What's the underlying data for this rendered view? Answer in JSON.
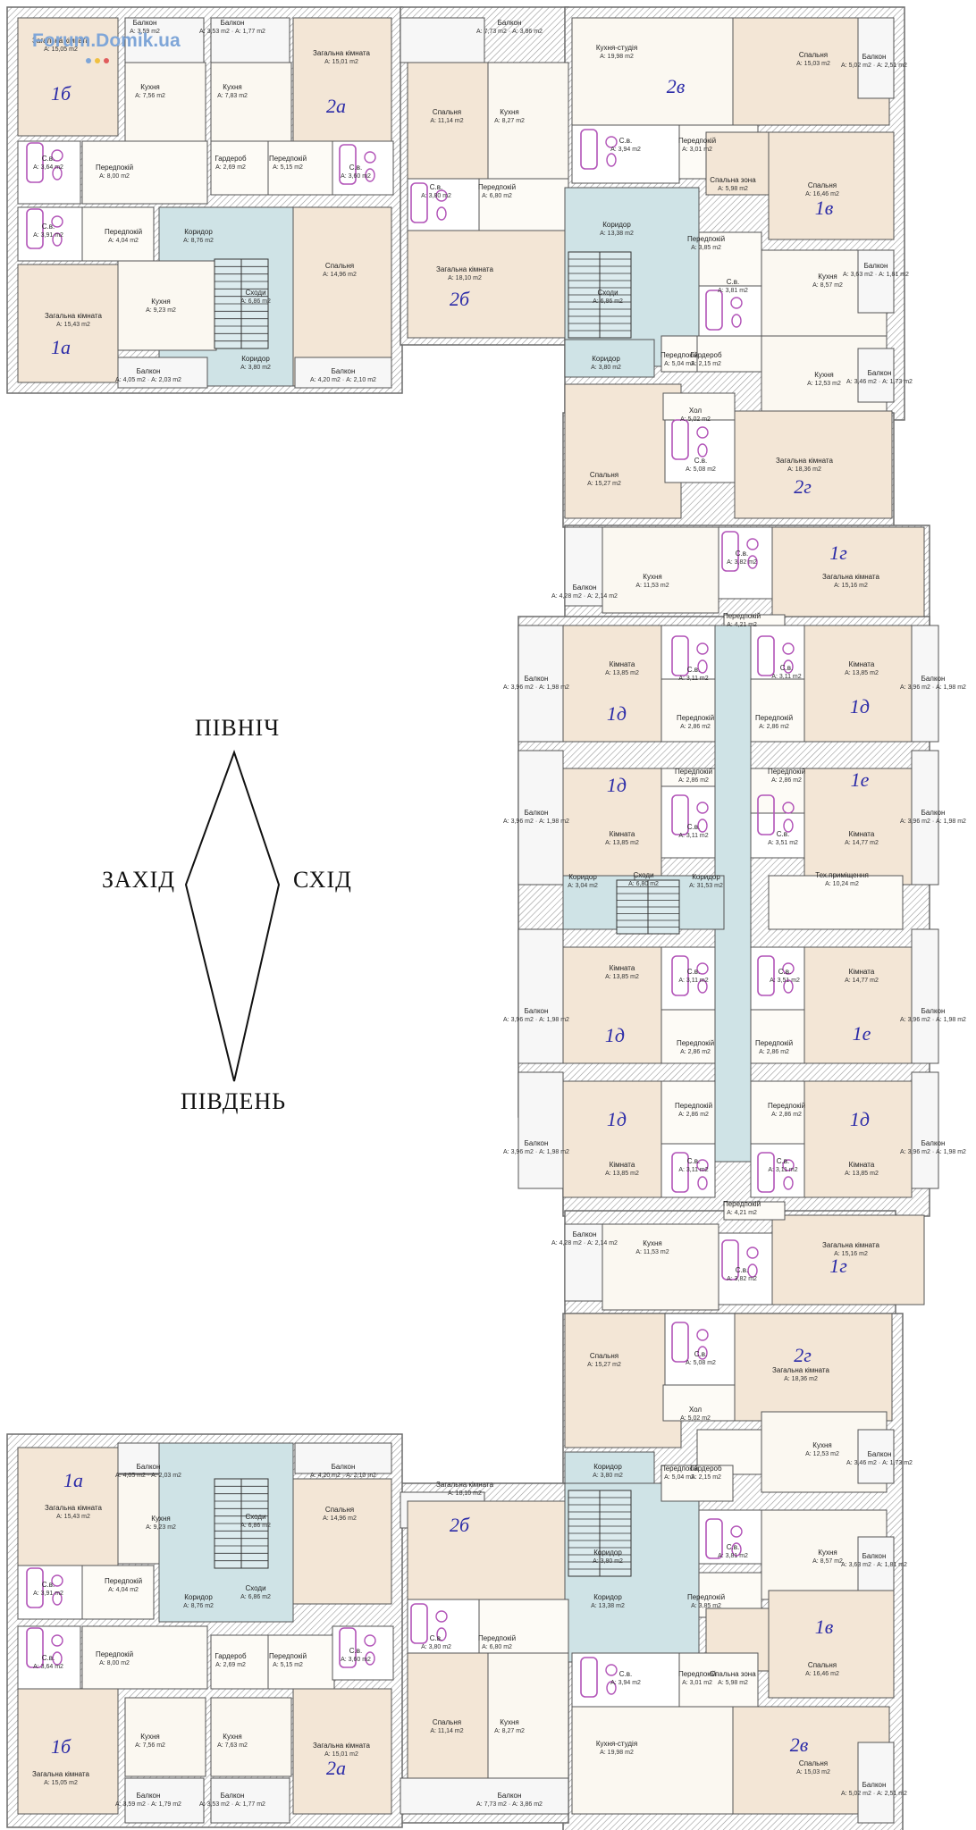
{
  "watermark": "Forum.Domik.ua",
  "compass": {
    "north": "ПІВНІЧ",
    "south": "ПІВДЕНЬ",
    "west": "ЗАХІД",
    "east": "СХІД"
  },
  "colors": {
    "wall": "#6b6b6b",
    "hatch": "#b5b5b5",
    "corridor": "#cfe3e6",
    "living": "#f3e6d6",
    "wet": "#ffffff",
    "balcony": "#f7f7f7",
    "accent": "#2b2ba8",
    "fixture": "#b254b8"
  },
  "apartment_labels": [
    "1б",
    "2а",
    "2в",
    "1в",
    "2б",
    "1а",
    "2г",
    "1г",
    "1д",
    "1д",
    "1д",
    "1е",
    "1д",
    "1е",
    "1д",
    "1д",
    "1г",
    "2г",
    "1в",
    "2б",
    "1а",
    "1б",
    "2а",
    "2в"
  ],
  "rooms": [
    {
      "name": "Загальна кімната",
      "area": "А: 15,05 m2"
    },
    {
      "name": "Балкон",
      "area": "А: 3,59 m2"
    },
    {
      "name": "Балкон",
      "area": "А: 3,53 m2 · А: 1,77 m2"
    },
    {
      "name": "Кухня",
      "area": "А: 7,56 m2"
    },
    {
      "name": "Кухня",
      "area": "А: 7,83 m2"
    },
    {
      "name": "Загальна кімната",
      "area": "А: 15,01 m2"
    },
    {
      "name": "Балкон",
      "area": "А: 7,73 m2 · А: 3,86 m2"
    },
    {
      "name": "Спальня",
      "area": "А: 11,14 m2"
    },
    {
      "name": "Кухня",
      "area": "А: 8,27 m2"
    },
    {
      "name": "Кухня-студія",
      "area": "А: 19,98 m2"
    },
    {
      "name": "Спальня",
      "area": "А: 15,03 m2"
    },
    {
      "name": "Балкон",
      "area": "А: 5,02 m2 · А: 2,51 m2"
    },
    {
      "name": "С.в.",
      "area": "А: 3,64 m2"
    },
    {
      "name": "Передпокій",
      "area": "А: 8,00 m2"
    },
    {
      "name": "Гардероб",
      "area": "А: 2,69 m2"
    },
    {
      "name": "Передпокій",
      "area": "А: 5,15 m2"
    },
    {
      "name": "С.в.",
      "area": "А: 3,60 m2"
    },
    {
      "name": "С.в.",
      "area": "А: 3,80 m2"
    },
    {
      "name": "Передпокій",
      "area": "А: 6,80 m2"
    },
    {
      "name": "С.в.",
      "area": "А: 3,94 m2"
    },
    {
      "name": "Передпокій",
      "area": "А: 3,01 m2"
    },
    {
      "name": "Спальна зона",
      "area": "А: 5,98 m2"
    },
    {
      "name": "Спальня",
      "area": "А: 16,46 m2"
    },
    {
      "name": "С.в.",
      "area": "А: 3,91 m2"
    },
    {
      "name": "Передпокій",
      "area": "А: 4,04 m2"
    },
    {
      "name": "Коридор",
      "area": "А: 8,76 m2"
    },
    {
      "name": "Коридор",
      "area": "А: 13,38 m2"
    },
    {
      "name": "Передпокій",
      "area": "А: 3,85 m2"
    },
    {
      "name": "Спальня",
      "area": "А: 14,96 m2"
    },
    {
      "name": "Загальна кімната",
      "area": "А: 18,10 m2"
    },
    {
      "name": "Кухня",
      "area": "А: 9,23 m2"
    },
    {
      "name": "Сходи",
      "area": "А: 6,86 m2"
    },
    {
      "name": "Сходи",
      "area": "А: 6,86 m2"
    },
    {
      "name": "С.в.",
      "area": "А: 3,81 m2"
    },
    {
      "name": "Кухня",
      "area": "А: 8,57 m2"
    },
    {
      "name": "Балкон",
      "area": "А: 3,63 m2 · А: 1,81 m2"
    },
    {
      "name": "Загальна кімната",
      "area": "А: 15,43 m2"
    },
    {
      "name": "Коридор",
      "area": "А: 3,80 m2"
    },
    {
      "name": "Коридор",
      "area": "А: 3,80 m2"
    },
    {
      "name": "Передпокій",
      "area": "А: 5,04 m2"
    },
    {
      "name": "Гардероб",
      "area": "А: 2,15 m2"
    },
    {
      "name": "Кухня",
      "area": "А: 12,53 m2"
    },
    {
      "name": "Балкон",
      "area": "А: 3,46 m2 · А: 1,73 m2"
    },
    {
      "name": "Балкон",
      "area": "А: 4,05 m2 · А: 2,03 m2"
    },
    {
      "name": "Балкон",
      "area": "А: 4,20 m2 · А: 2,10 m2"
    },
    {
      "name": "Хол",
      "area": "А: 5,02 m2"
    },
    {
      "name": "Спальня",
      "area": "А: 15,27 m2"
    },
    {
      "name": "С.в.",
      "area": "А: 5,08 m2"
    },
    {
      "name": "Загальна кімната",
      "area": "А: 18,36 m2"
    },
    {
      "name": "Кухня",
      "area": "А: 11,53 m2"
    },
    {
      "name": "С.в.",
      "area": "А: 3,82 m2"
    },
    {
      "name": "Загальна кімната",
      "area": "А: 15,16 m2"
    },
    {
      "name": "Балкон",
      "area": "А: 4,28 m2 · А: 2,14 m2"
    },
    {
      "name": "Передпокій",
      "area": "А: 4,21 m2"
    },
    {
      "name": "Кімната",
      "area": "А: 13,85 m2"
    },
    {
      "name": "С.в.",
      "area": "А: 3,11 m2"
    },
    {
      "name": "С.в.",
      "area": "А: 3,11 m2"
    },
    {
      "name": "Кімната",
      "area": "А: 13,85 m2"
    },
    {
      "name": "Балкон",
      "area": "А: 3,96 m2 · А: 1,98 m2"
    },
    {
      "name": "Балкон",
      "area": "А: 3,96 m2 · А: 1,98 m2"
    },
    {
      "name": "Передпокій",
      "area": "А: 2,86 m2"
    },
    {
      "name": "Передпокій",
      "area": "А: 2,86 m2"
    },
    {
      "name": "Передпокій",
      "area": "А: 2,86 m2"
    },
    {
      "name": "Передпокій",
      "area": "А: 2,86 m2"
    },
    {
      "name": "Кімната",
      "area": "А: 13,85 m2"
    },
    {
      "name": "С.в.",
      "area": "А: 3,11 m2"
    },
    {
      "name": "С.в.",
      "area": "А: 3,51 m2"
    },
    {
      "name": "Кімната",
      "area": "А: 14,77 m2"
    },
    {
      "name": "Балкон",
      "area": "А: 3,96 m2 · А: 1,98 m2"
    },
    {
      "name": "Балкон",
      "area": "А: 3,96 m2 · А: 1,98 m2"
    },
    {
      "name": "Коридор",
      "area": "А: 3,04 m2"
    },
    {
      "name": "Сходи",
      "area": "А: 6,80 m2"
    },
    {
      "name": "Коридор",
      "area": "А: 31,53 m2"
    },
    {
      "name": "Тех.приміщення",
      "area": "А: 10,24 m2"
    },
    {
      "name": "Кімната",
      "area": "А: 13,85 m2"
    },
    {
      "name": "С.в.",
      "area": "А: 3,11 m2"
    },
    {
      "name": "С.в.",
      "area": "А: 3,51 m2"
    },
    {
      "name": "Кімната",
      "area": "А: 14,77 m2"
    },
    {
      "name": "Балкон",
      "area": "А: 3,96 m2 · А: 1,98 m2"
    },
    {
      "name": "Балкон",
      "area": "А: 3,96 m2 · А: 1,98 m2"
    },
    {
      "name": "Передпокій",
      "area": "А: 2,86 m2"
    },
    {
      "name": "Передпокій",
      "area": "А: 2,86 m2"
    },
    {
      "name": "Передпокій",
      "area": "А: 2,86 m2"
    },
    {
      "name": "Передпокій",
      "area": "А: 2,86 m2"
    },
    {
      "name": "Кімната",
      "area": "А: 13,85 m2"
    },
    {
      "name": "С.в.",
      "area": "А: 3,11 m2"
    },
    {
      "name": "С.в.",
      "area": "А: 3,11 m2"
    },
    {
      "name": "Кімната",
      "area": "А: 13,85 m2"
    },
    {
      "name": "Балкон",
      "area": "А: 3,96 m2 · А: 1,98 m2"
    },
    {
      "name": "Балкон",
      "area": "А: 3,96 m2 · А: 1,98 m2"
    },
    {
      "name": "Передпокій",
      "area": "А: 4,21 m2"
    },
    {
      "name": "Кухня",
      "area": "А: 11,53 m2"
    },
    {
      "name": "С.в.",
      "area": "А: 3,82 m2"
    },
    {
      "name": "Загальна кімната",
      "area": "А: 15,16 m2"
    },
    {
      "name": "Балкон",
      "area": "А: 4,28 m2 · А: 2,14 m2"
    },
    {
      "name": "Спальня",
      "area": "А: 15,27 m2"
    },
    {
      "name": "С.в.",
      "area": "А: 5,08 m2"
    },
    {
      "name": "Загальна кімната",
      "area": "А: 18,36 m2"
    },
    {
      "name": "Хол",
      "area": "А: 5,02 m2"
    },
    {
      "name": "Кухня",
      "area": "А: 12,53 m2"
    },
    {
      "name": "Балкон",
      "area": "А: 3,46 m2 · А: 1,73 m2"
    },
    {
      "name": "Коридор",
      "area": "А: 3,80 m2"
    },
    {
      "name": "Коридор",
      "area": "А: 3,80 m2"
    },
    {
      "name": "Передпокій",
      "area": "А: 5,04 m2"
    },
    {
      "name": "Гардероб",
      "area": "А: 2,15 m2"
    },
    {
      "name": "Балкон",
      "area": "А: 4,05 m2 · А: 2,03 m2"
    },
    {
      "name": "Балкон",
      "area": "А: 4,20 m2 · А: 2,10 m2"
    },
    {
      "name": "Загальна кімната",
      "area": "А: 15,43 m2"
    },
    {
      "name": "Кухня",
      "area": "А: 9,23 m2"
    },
    {
      "name": "Спальня",
      "area": "А: 14,96 m2"
    },
    {
      "name": "Загальна кімната",
      "area": "А: 18,10 m2"
    },
    {
      "name": "Сходи",
      "area": "А: 6,86 m2"
    },
    {
      "name": "Сходи",
      "area": "А: 6,86 m2"
    },
    {
      "name": "С.в.",
      "area": "А: 3,81 m2"
    },
    {
      "name": "Кухня",
      "area": "А: 8,57 m2"
    },
    {
      "name": "Балкон",
      "area": "А: 3,63 m2 · А: 1,81 m2"
    },
    {
      "name": "С.в.",
      "area": "А: 3,91 m2"
    },
    {
      "name": "Передпокій",
      "area": "А: 4,04 m2"
    },
    {
      "name": "Коридор",
      "area": "А: 8,76 m2"
    },
    {
      "name": "Коридор",
      "area": "А: 13,38 m2"
    },
    {
      "name": "Передпокій",
      "area": "А: 3,85 m2"
    },
    {
      "name": "С.в.",
      "area": "А: 3,64 m2"
    },
    {
      "name": "Передпокій",
      "area": "А: 8,00 m2"
    },
    {
      "name": "Гардероб",
      "area": "А: 2,69 m2"
    },
    {
      "name": "Передпокій",
      "area": "А: 5,15 m2"
    },
    {
      "name": "С.в.",
      "area": "А: 3,60 m2"
    },
    {
      "name": "С.в.",
      "area": "А: 3,80 m2"
    },
    {
      "name": "Передпокій",
      "area": "А: 6,80 m2"
    },
    {
      "name": "С.в.",
      "area": "А: 3,94 m2"
    },
    {
      "name": "Передпокій",
      "area": "А: 3,01 m2"
    },
    {
      "name": "Спальна зона",
      "area": "А: 5,98 m2"
    },
    {
      "name": "Спальня",
      "area": "А: 16,46 m2"
    },
    {
      "name": "Загальна кімната",
      "area": "А: 15,05 m2"
    },
    {
      "name": "Кухня",
      "area": "А: 7,56 m2"
    },
    {
      "name": "Кухня",
      "area": "А: 7,63 m2"
    },
    {
      "name": "Загальна кімната",
      "area": "А: 15,01 m2"
    },
    {
      "name": "Спальня",
      "area": "А: 11,14 m2"
    },
    {
      "name": "Кухня",
      "area": "А: 8,27 m2"
    },
    {
      "name": "Кухня-студія",
      "area": "А: 19,98 m2"
    },
    {
      "name": "Спальня",
      "area": "А: 15,03 m2"
    },
    {
      "name": "Балкон",
      "area": "А: 3,59 m2 · А: 1,79 m2"
    },
    {
      "name": "Балкон",
      "area": "А: 3,53 m2 · А: 1,77 m2"
    },
    {
      "name": "Балкон",
      "area": "А: 7,73 m2 · А: 3,86 m2"
    },
    {
      "name": "Балкон",
      "area": "А: 5,02 m2 · А: 2,51 m2"
    }
  ]
}
